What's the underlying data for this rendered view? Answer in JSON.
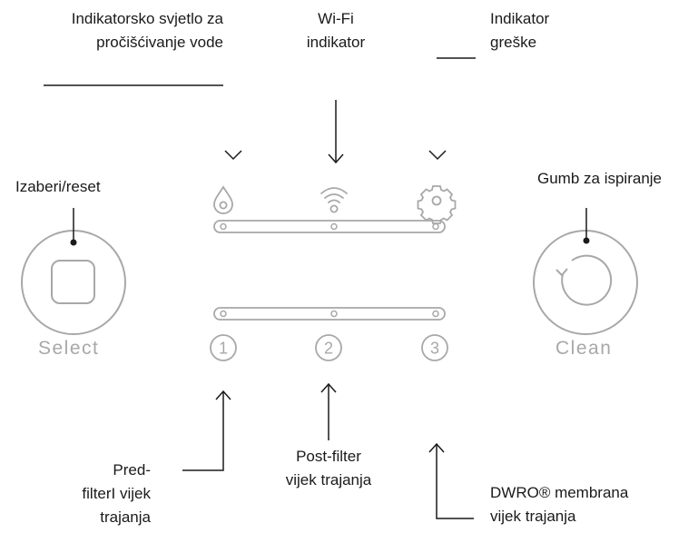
{
  "labels": {
    "water_purification": [
      "Indikatorsko svjetlo za",
      "pročišćivanje vode"
    ],
    "wifi": [
      "Wi-Fi",
      "indikator"
    ],
    "error": [
      "Indikator",
      "greške"
    ],
    "select_reset": "Izaberi/reset",
    "rinse_button": "Gumb za ispiranje",
    "pre_filter": [
      "Pred-",
      "filterI vijek",
      "trajanja"
    ],
    "post_filter": [
      "Post-filter",
      "vijek trajanja"
    ],
    "dwro_membrane": [
      "DWRO® membrana",
      "vijek trajanja"
    ]
  },
  "panel": {
    "select_label": "Select",
    "clean_label": "Clean",
    "filter_numbers": [
      "1",
      "2",
      "3"
    ]
  },
  "icons": {
    "left_indicator": "water-drop-icon",
    "middle_indicator": "wifi-icon",
    "right_indicator": "gear-icon",
    "select_button": "square-button-icon",
    "clean_button": "circular-arrow-icon"
  },
  "colors": {
    "label_text": "#1a1a1a",
    "panel_gray": "#a8a8a8",
    "line": "#1a1a1a"
  }
}
